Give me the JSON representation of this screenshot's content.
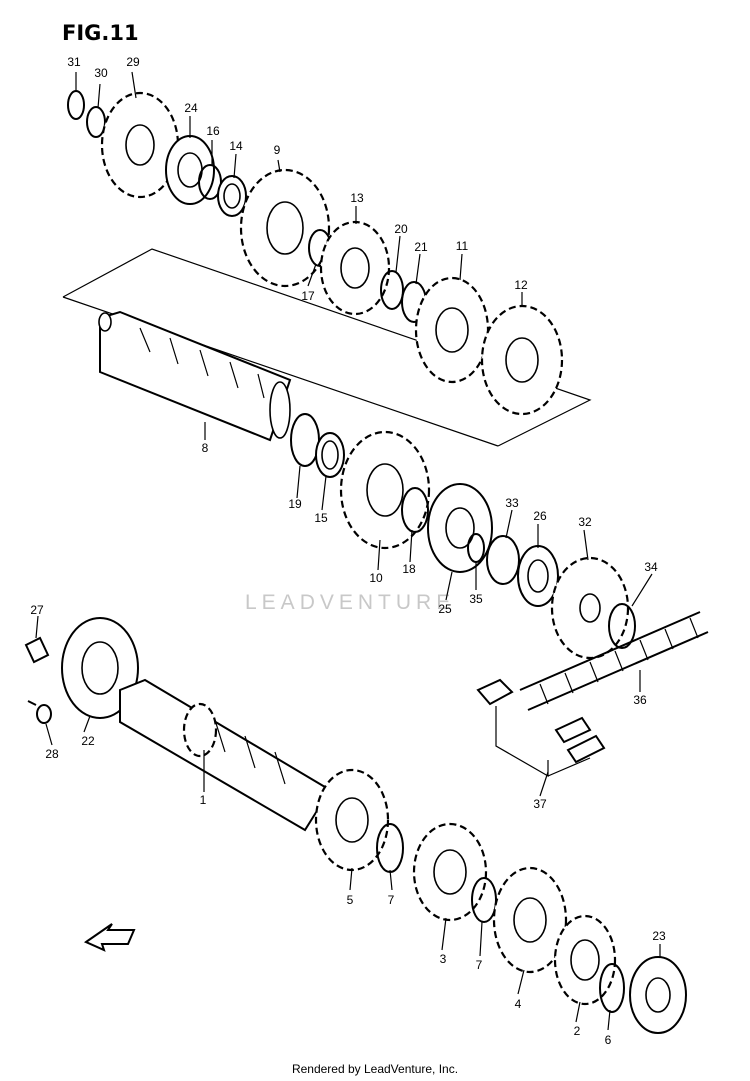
{
  "figure": {
    "title": "FIG.11",
    "watermark": "LEADVENTURE",
    "footer": "Rendered by LeadVenture, Inc."
  },
  "parts": [
    {
      "id": "p31",
      "number": "31"
    },
    {
      "id": "p30",
      "number": "30"
    },
    {
      "id": "p29",
      "number": "29"
    },
    {
      "id": "p24",
      "number": "24"
    },
    {
      "id": "p16",
      "number": "16"
    },
    {
      "id": "p14",
      "number": "14"
    },
    {
      "id": "p9",
      "number": "9"
    },
    {
      "id": "p13",
      "number": "13"
    },
    {
      "id": "p20",
      "number": "20"
    },
    {
      "id": "p21",
      "number": "21"
    },
    {
      "id": "p11",
      "number": "11"
    },
    {
      "id": "p12",
      "number": "12"
    },
    {
      "id": "p17",
      "number": "17"
    },
    {
      "id": "p8",
      "number": "8"
    },
    {
      "id": "p19",
      "number": "19"
    },
    {
      "id": "p15",
      "number": "15"
    },
    {
      "id": "p10",
      "number": "10"
    },
    {
      "id": "p18",
      "number": "18"
    },
    {
      "id": "p25",
      "number": "25"
    },
    {
      "id": "p33",
      "number": "33"
    },
    {
      "id": "p26",
      "number": "26"
    },
    {
      "id": "p32",
      "number": "32"
    },
    {
      "id": "p34",
      "number": "34"
    },
    {
      "id": "p35",
      "number": "35"
    },
    {
      "id": "p27",
      "number": "27"
    },
    {
      "id": "p22",
      "number": "22"
    },
    {
      "id": "p28",
      "number": "28"
    },
    {
      "id": "p1",
      "number": "1"
    },
    {
      "id": "p36",
      "number": "36"
    },
    {
      "id": "p37",
      "number": "37"
    },
    {
      "id": "p5",
      "number": "5"
    },
    {
      "id": "p7a",
      "number": "7"
    },
    {
      "id": "p3",
      "number": "3"
    },
    {
      "id": "p7b",
      "number": "7"
    },
    {
      "id": "p4",
      "number": "4"
    },
    {
      "id": "p23",
      "number": "23"
    },
    {
      "id": "p2",
      "number": "2"
    },
    {
      "id": "p6",
      "number": "6"
    }
  ]
}
